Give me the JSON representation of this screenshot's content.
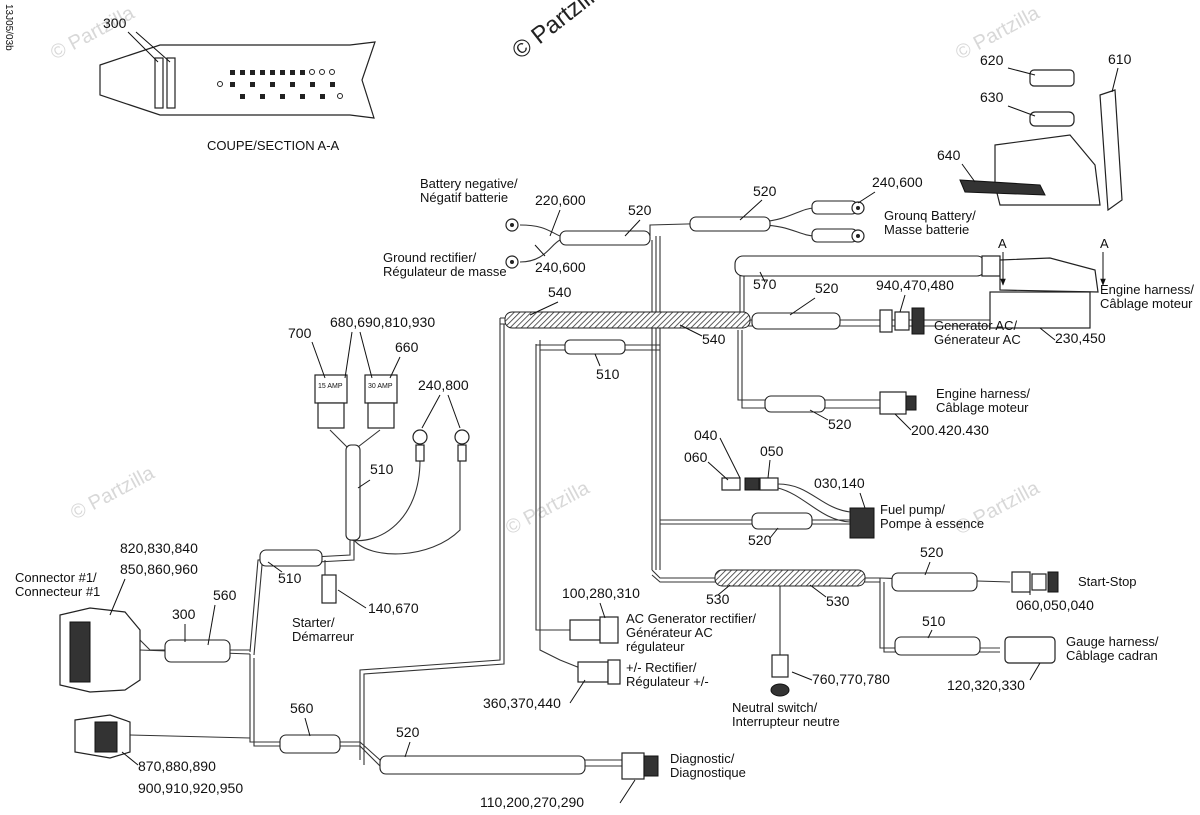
{
  "side_code": "13J05/03b",
  "watermark": "© Partzilla",
  "section_caption": "COUPE/SECTION A-A",
  "section_letters": {
    "left": "A",
    "right": "A"
  },
  "fuse_labels": {
    "fuse1": "15 AMP",
    "fuse2": "30 AMP"
  },
  "callouts": {
    "c300_top": "300",
    "c620": "620",
    "c610": "610",
    "c630": "630",
    "c640": "640",
    "c220_600": "220,600",
    "c520_top": "520",
    "c520_right": "520",
    "c240_600_right": "240,600",
    "c240_600_left": "240,600",
    "c540_left": "540",
    "c540_right": "540",
    "c570": "570",
    "c520_gen": "520",
    "c940": "940,470,480",
    "c230": "230,450",
    "c700": "700",
    "c680": "680,690,810,930",
    "c660": "660",
    "c240_800": "240,800",
    "c510_mid": "510",
    "c510_fuse": "510",
    "c520_engine": "520",
    "c200_420": "200.420.430",
    "c040": "040",
    "c050": "050",
    "c060": "060",
    "c030_140": "030,140",
    "c520_fuel": "520",
    "c820": "820,830,840",
    "c850": "850,860,960",
    "c510_left": "510",
    "c140_670": "140,670",
    "c300_left": "300",
    "c560_top": "560",
    "c520_start": "520",
    "c530_left": "530",
    "c530_right": "530",
    "c060_050_040": "060,050,040",
    "c100_280": "100,280,310",
    "c510_gauge": "510",
    "c120_320": "120,320,330",
    "c760": "760,770,780",
    "c360_370": "360,370,440",
    "c560_bottom": "560",
    "c870": "870,880,890",
    "c900": "900,910,920,950",
    "c520_diag": "520",
    "c110_200": "110,200,270,290"
  },
  "labels": {
    "battery_negative": [
      "Battery negative/",
      "Négatif batterie"
    ],
    "ground_rectifier": [
      "Ground rectifier/",
      "Régulateur de masse"
    ],
    "ground_battery": [
      "Grounq Battery/",
      "Masse batterie"
    ],
    "engine_harness_top": [
      "Engine harness/",
      "Câblage moteur"
    ],
    "generator_ac": [
      "Generator AC/",
      "Génerateur AC"
    ],
    "engine_harness_mid": [
      "Engine harness/",
      "Câblage moteur"
    ],
    "fuel_pump": [
      "Fuel pump/",
      "Pompe à essence"
    ],
    "connector1": [
      "Connector #1/",
      "Connecteur #1"
    ],
    "starter": [
      "Starter/",
      "Démarreur"
    ],
    "start_stop": [
      "Start-Stop"
    ],
    "ac_gen_rectifier": [
      "AC Generator rectifier/",
      "Générateur AC",
      "régulateur"
    ],
    "rectifier": [
      "+/- Rectifier/",
      "Régulateur +/-"
    ],
    "gauge_harness": [
      "Gauge harness/",
      "Câblage cadran"
    ],
    "neutral_switch": [
      "Neutral switch/",
      "Interrupteur neutre"
    ],
    "diagnostic": [
      "Diagnostic/",
      "Diagnostique"
    ]
  }
}
